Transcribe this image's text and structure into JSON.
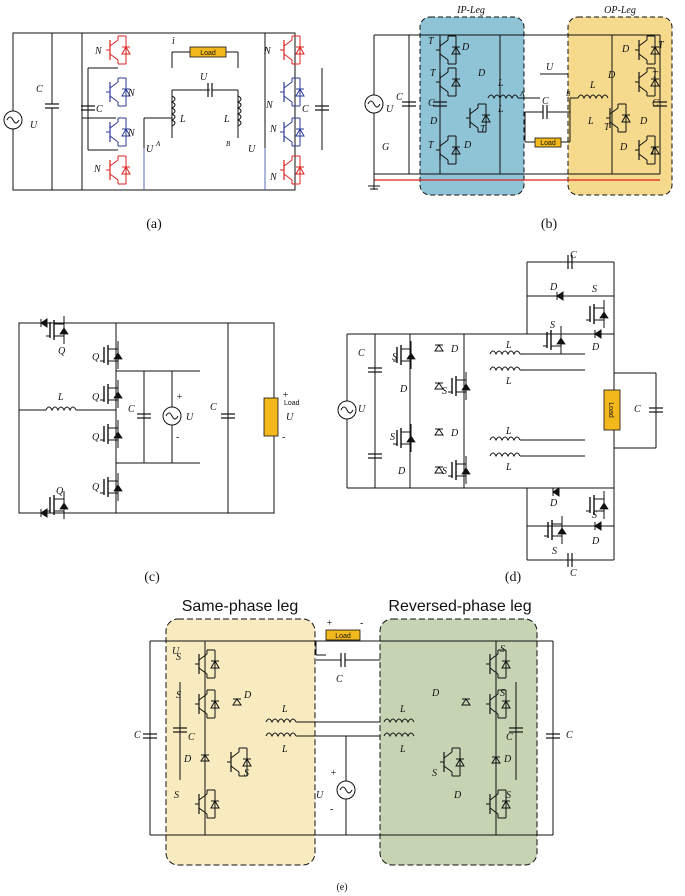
{
  "panels": {
    "a": {
      "caption": "(a)",
      "labels": [
        "U",
        "C",
        "N",
        "N",
        "C",
        "N",
        "N",
        "i",
        "Load",
        "U",
        "L",
        "L",
        "A",
        "B",
        "U",
        "N",
        "N",
        "C",
        "N",
        "U",
        "N"
      ],
      "nodes": [
        "A",
        "B"
      ]
    },
    "b": {
      "caption": "(b)",
      "ip_leg": "IP-Leg",
      "op_leg": "OP-Leg",
      "load": "Load",
      "labels": [
        "U",
        "C",
        "G",
        "T",
        "D",
        "T",
        "D",
        "C",
        "D",
        "T",
        "T",
        "D",
        "L",
        "L",
        "U",
        "C",
        "L",
        "L",
        "D",
        "T",
        "D",
        "T",
        "C",
        "T",
        "D",
        "D",
        "T"
      ],
      "nodes": [
        "A",
        "B"
      ]
    },
    "c": {
      "caption": "(c)",
      "load": "Load",
      "labels": [
        "Q",
        "Q",
        "Q",
        "L",
        "Q",
        "C",
        "U",
        "C",
        "U",
        "Q",
        "Q"
      ],
      "signs": [
        "+",
        "-",
        "+",
        "-"
      ]
    },
    "d": {
      "caption": "(d)",
      "load": "Load",
      "labels": [
        "C",
        "D",
        "S",
        "S",
        "D",
        "C",
        "S",
        "D",
        "L",
        "L",
        "D",
        "S",
        "U",
        "S",
        "D",
        "L",
        "L",
        "C",
        "D",
        "S",
        "D",
        "S",
        "D",
        "S",
        "C"
      ]
    },
    "e": {
      "caption": "(e)",
      "same_phase_leg": "Same-phase leg",
      "reversed_phase_leg": "Reversed-phase leg",
      "load": "Load",
      "labels": [
        "U",
        "C",
        "S",
        "S",
        "D",
        "L",
        "C",
        "C",
        "L",
        "D",
        "S",
        "S",
        "U",
        "S",
        "D",
        "S",
        "L",
        "L",
        "S",
        "D",
        "C",
        "C",
        "D",
        "S"
      ],
      "signs": [
        "+",
        "-",
        "+",
        "-"
      ]
    }
  },
  "colors": {
    "red_switch": "#d9231e",
    "blue_switch": "#2b3a9a",
    "ip_leg_fill": "#8fc3d6",
    "op_leg_fill": "#f5d98c",
    "same_phase_fill": "#f8ebc0",
    "reversed_phase_fill": "#c6d4b4",
    "load_fill": "#f2b81c"
  }
}
